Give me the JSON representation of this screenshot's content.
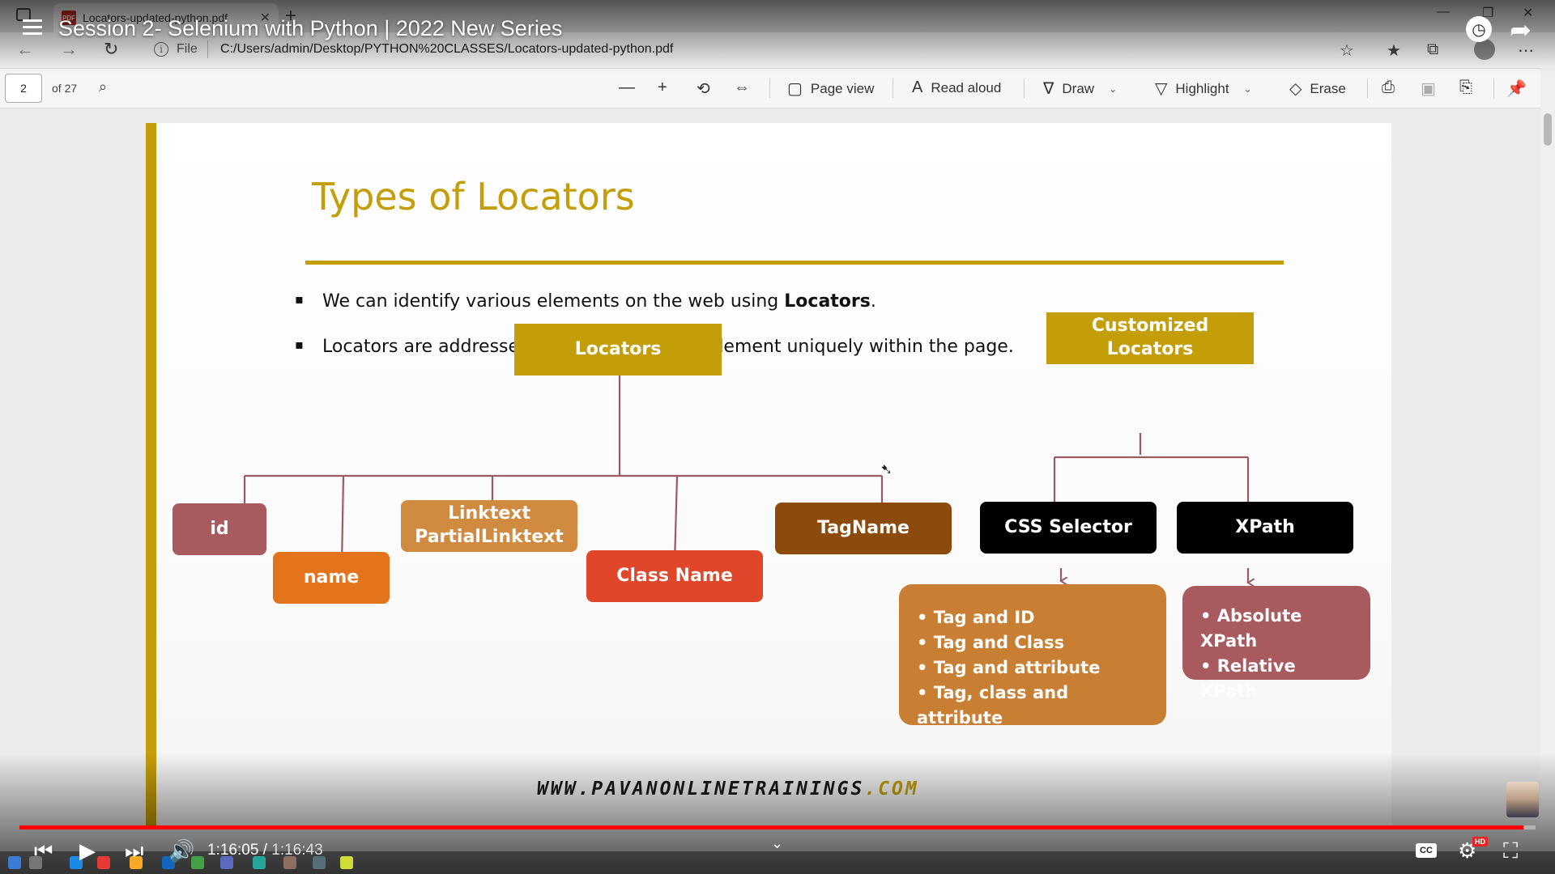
{
  "browser": {
    "tab_title": "Locators-updated-python.pdf",
    "tab_badge": "PDF",
    "file_label": "File",
    "url": "C:/Users/admin/Desktop/PYTHON%20CLASSES/Locators-updated-python.pdf"
  },
  "pdf_toolbar": {
    "page_current": "2",
    "page_total": "of 27",
    "page_view": "Page view",
    "read_aloud": "Read aloud",
    "draw": "Draw",
    "highlight": "Highlight",
    "erase": "Erase"
  },
  "slide": {
    "title": "Types of Locators",
    "bullet1_pre": "We can identify various elements on the web using ",
    "bullet1_bold": "Locators",
    "bullet1_post": ".",
    "bullet2": "Locators are addresses that identify a web element uniquely within the page.",
    "locators_box": "Locators",
    "customized_box": "Customized Locators",
    "id": "id",
    "name": "name",
    "linktext": "Linktext",
    "partial_linktext": "PartialLinktext",
    "class_name": "Class Name",
    "tagname": "TagName",
    "css_selector": "CSS Selector",
    "xpath": "XPath",
    "css_list": [
      "Tag and ID",
      "Tag and Class",
      "Tag and attribute",
      "Tag, class and attribute"
    ],
    "xpath_list": [
      "Absolute XPath",
      "Relative XPath"
    ],
    "footer_brand": "WWW.PAVANONLINETRAININGS",
    "footer_brand_suffix": ".COM"
  },
  "colors": {
    "gold": "#c49e08",
    "id_box": "#a85a5f",
    "name_box": "#e3741b",
    "linktext_box": "#d18b41",
    "classname_box": "#e0472a",
    "tagname_box": "#8c4a0c",
    "css_list_box": "#c87f33",
    "xpath_list_box": "#a85a5f",
    "connector": "#9a5a64"
  },
  "video": {
    "title": "Session 2- Selenium with Python | 2022 New Series",
    "current_time": "1:16:05",
    "separator": " / ",
    "duration": "1:16:43",
    "progress": 0.992,
    "cc_label": "CC",
    "hd_label": "HD"
  }
}
